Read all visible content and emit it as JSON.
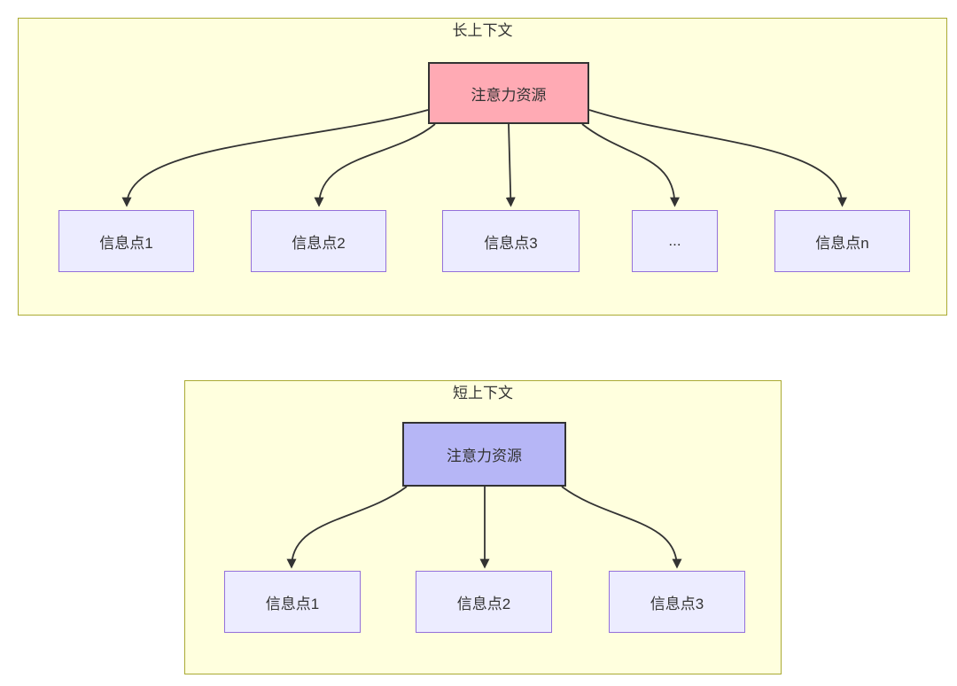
{
  "colors": {
    "cluster_fill": "#ffffde",
    "cluster_border": "#aaaa33",
    "node_fill": "#ececff",
    "node_border": "#9370db",
    "source_border": "#333333",
    "long_source_fill": "#ffaab4",
    "short_source_fill": "#b6b6f6",
    "edge_color": "#333333",
    "text_color": "#333333",
    "page_bg": "#ffffff"
  },
  "long_context": {
    "title": "长上下文",
    "source_label": "注意力资源",
    "targets": [
      "信息点1",
      "信息点2",
      "信息点3",
      "...",
      "信息点n"
    ]
  },
  "short_context": {
    "title": "短上下文",
    "source_label": "注意力资源",
    "targets": [
      "信息点1",
      "信息点2",
      "信息点3"
    ]
  }
}
